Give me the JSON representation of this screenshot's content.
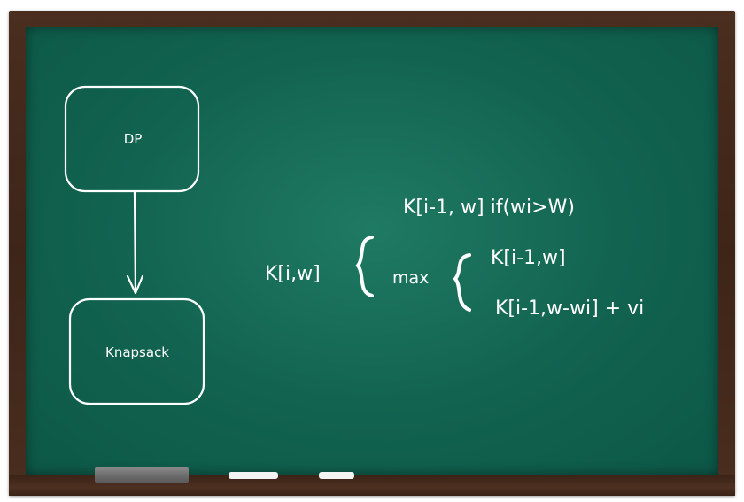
{
  "diagram": {
    "nodes": [
      {
        "id": "dp",
        "label": "DP"
      },
      {
        "id": "knapsack",
        "label": "Knapsack"
      }
    ],
    "edges": [
      {
        "from": "dp",
        "to": "knapsack"
      }
    ]
  },
  "formula": {
    "lhs": "K[i,w]",
    "case_top": "K[i-1, w] if(wi>W)",
    "max_label": "max",
    "max_option_1": "K[i-1,w]",
    "max_option_2": "K[i-1,w-wi] + vi"
  },
  "colors": {
    "board": "#11624f",
    "frame": "#4a2e1f",
    "chalk": "#ffffff",
    "eraser": "#6e6e6e"
  }
}
